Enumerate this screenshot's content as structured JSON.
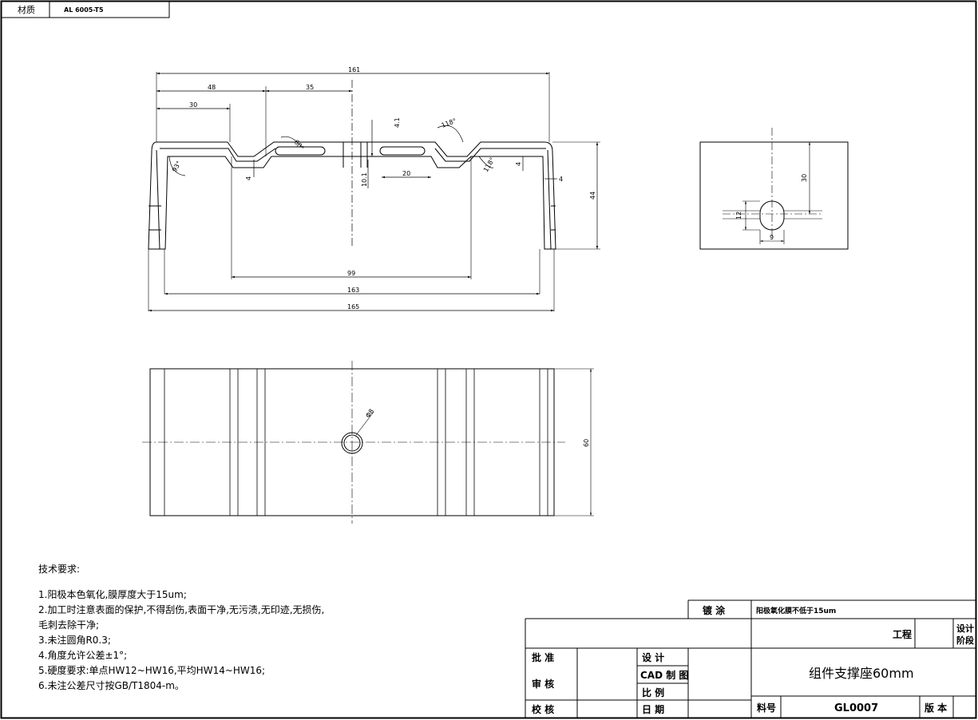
{
  "material": {
    "label": "材质",
    "value": "AL 6005-T5"
  },
  "front_view": {
    "dims": {
      "overall_top": "161",
      "d48": "48",
      "d35": "35",
      "d30": "30",
      "d41": "4.1",
      "angle_top": "118°",
      "angle_left_slot": "60°",
      "angle_left_corner": "93°",
      "angle_right_corner": "118°",
      "d4_left": "4",
      "d4_right": "4",
      "d4_side": "4",
      "d101": "10.1",
      "d20": "20",
      "height": "44",
      "d99": "99",
      "d163": "163",
      "d165": "165"
    }
  },
  "side_view": {
    "dims": {
      "d30": "30",
      "d12": "12",
      "d9": "9"
    }
  },
  "top_view": {
    "dims": {
      "hole": "Φ8",
      "width": "60"
    }
  },
  "notes": {
    "title": "技术要求:",
    "lines": [
      "1.阳极本色氧化,膜厚度大于15um;",
      "2.加工时注意表面的保护,不得刮伤,表面干净,无污渍,无印迹,无损伤,",
      "毛刺去除干净;",
      "3.未注圆角R0.3;",
      "4.角度允许公差±1°;",
      "5.硬度要求:单点HW12~HW16,平均HW14~HW16;",
      "6.未注公差尺寸按GB/T1804-m。"
    ]
  },
  "title_block": {
    "coating_label": "镀 涂",
    "coating_value": "阳极氧化膜不低于15um",
    "project_label": "工程",
    "design_stage_label": "设计阶段",
    "approve_label": "批 准",
    "review_label": "审 核",
    "check_label": "校 核",
    "design_label": "设 计",
    "cad_label": "CAD 制 图",
    "scale_label": "比 例",
    "date_label": "日 期",
    "part_name": "组件支撑座60mm",
    "part_no_label": "料号",
    "part_no": "GL0007",
    "version_label": "版 本"
  }
}
